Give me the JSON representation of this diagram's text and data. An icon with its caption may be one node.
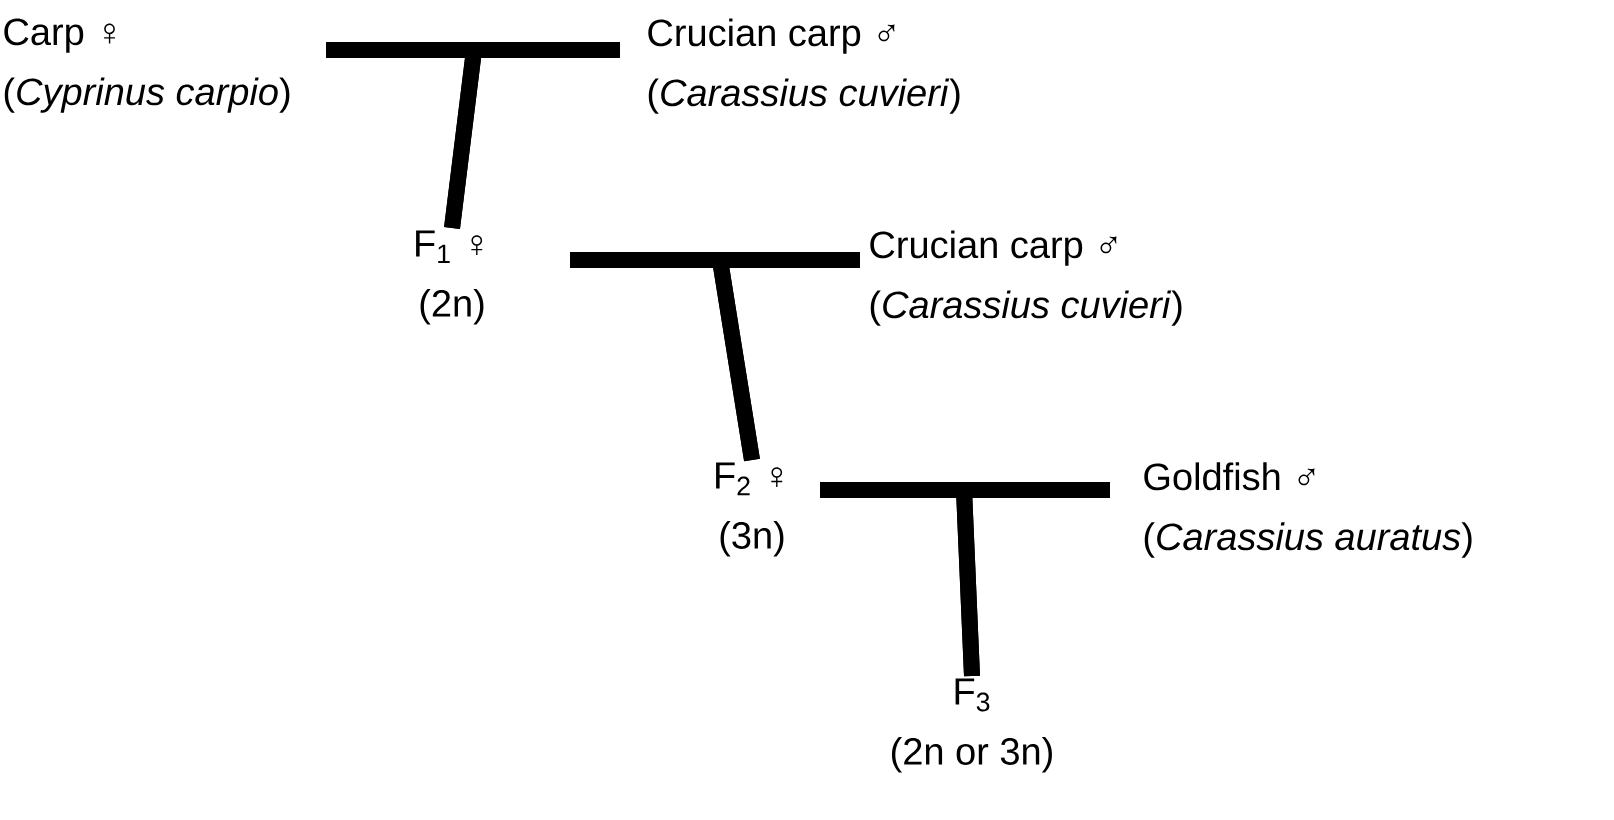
{
  "diagram": {
    "nodes": [
      {
        "text": [
          "Carp ♀",
          "(*Cyprinus carpio*)"
        ]
      },
      {
        "text": [
          "Crucian carp ♂",
          "(*Carassius cuvieri*)"
        ]
      },
      {
        "text": [
          "F$_{1}$ ♀",
          "(2n)"
        ]
      },
      {
        "text": [
          "Crucian carp ♂",
          "(*Carassius cuvieri*)"
        ]
      },
      {
        "text": [
          "F$_{2}$ ♀",
          "(3n)"
        ]
      },
      {
        "text": [
          "Goldfish ♂",
          "(*Carassius auratus*)"
        ]
      },
      {
        "text": [
          "F$_{3}$",
          "(2n or 3n)"
        ]
      }
    ],
    "edges": [
      {
        "from": 0,
        "to": 2,
        "arrow": "none"
      },
      {
        "from": 1,
        "to": 2,
        "arrow": "none"
      },
      {
        "from": 2,
        "to": 4,
        "arrow": "none"
      },
      {
        "from": 3,
        "to": 4,
        "arrow": "none"
      },
      {
        "from": 4,
        "to": 6,
        "arrow": "none"
      },
      {
        "from": 5,
        "to": 6,
        "arrow": "none"
      }
    ]
  }
}
